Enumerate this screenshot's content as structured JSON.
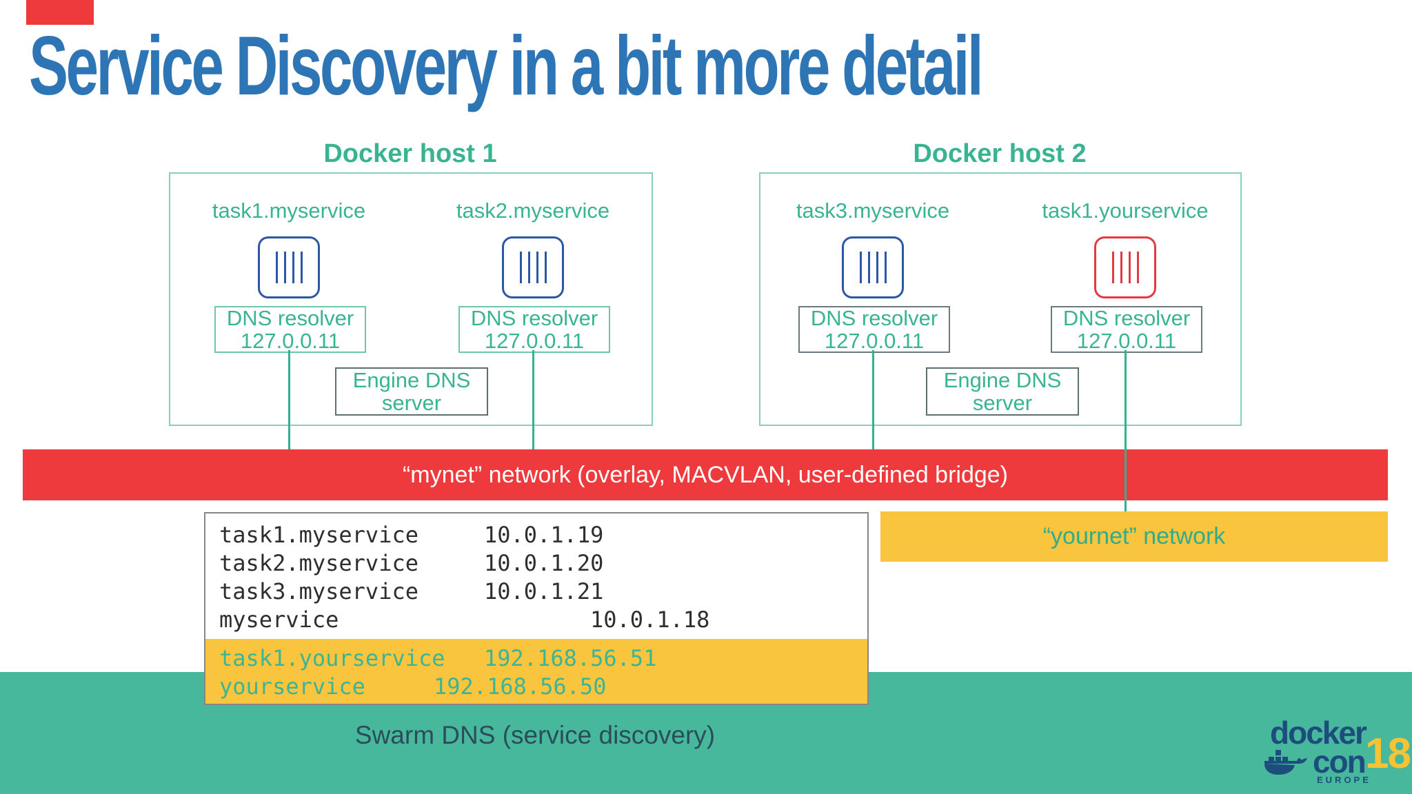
{
  "slide": {
    "title": "Service Discovery in a bit more detail",
    "colors": {
      "title_blue": "#2e75b6",
      "teal_text": "#38b493",
      "teal_band": "#48b89d",
      "network_red": "#ee3a3c",
      "network_yellow": "#f9c53e",
      "container_icon_blue": "#2b57a5",
      "container_icon_red": "#e23a40",
      "logo_navy": "#1c4d7d"
    }
  },
  "hosts": [
    {
      "label": "Docker host 1",
      "tasks": [
        {
          "name": "task1.myservice",
          "icon": "container-icon-blue"
        },
        {
          "name": "task2.myservice",
          "icon": "container-icon-blue"
        }
      ],
      "resolvers": [
        {
          "line1": "DNS resolver",
          "line2": "127.0.0.11"
        },
        {
          "line1": "DNS resolver",
          "line2": "127.0.0.11"
        }
      ],
      "engine": {
        "line1": "Engine DNS",
        "line2": "server"
      }
    },
    {
      "label": "Docker host 2",
      "tasks": [
        {
          "name": "task3.myservice",
          "icon": "container-icon-blue"
        },
        {
          "name": "task1.yourservice",
          "icon": "container-icon-red"
        }
      ],
      "resolvers": [
        {
          "line1": "DNS resolver",
          "line2": "127.0.0.11"
        },
        {
          "line1": "DNS resolver",
          "line2": "127.0.0.11"
        }
      ],
      "engine": {
        "line1": "Engine DNS",
        "line2": "server"
      }
    }
  ],
  "networks": {
    "mynet": {
      "label": "“mynet” network (overlay, MACVLAN, user-defined bridge)"
    },
    "yournet": {
      "label": "“yournet” network"
    }
  },
  "dns_table": {
    "rows": [
      {
        "name": "task1.myservice",
        "ip": "10.0.1.19",
        "section": "mynet"
      },
      {
        "name": "task2.myservice",
        "ip": "10.0.1.20",
        "section": "mynet"
      },
      {
        "name": "task3.myservice",
        "ip": "10.0.1.21",
        "section": "mynet"
      },
      {
        "name": "myservice",
        "ip": "10.0.1.18",
        "section": "mynet"
      },
      {
        "name": "task1.yourservice",
        "ip": "192.168.56.51",
        "section": "yournet"
      },
      {
        "name": "yourservice",
        "ip": "192.168.56.50",
        "section": "yournet"
      }
    ],
    "caption": "Swarm DNS (service discovery)"
  },
  "logo": {
    "brand_top": "docker",
    "brand_bottom": "con",
    "year": "18",
    "region": "EUROPE"
  }
}
